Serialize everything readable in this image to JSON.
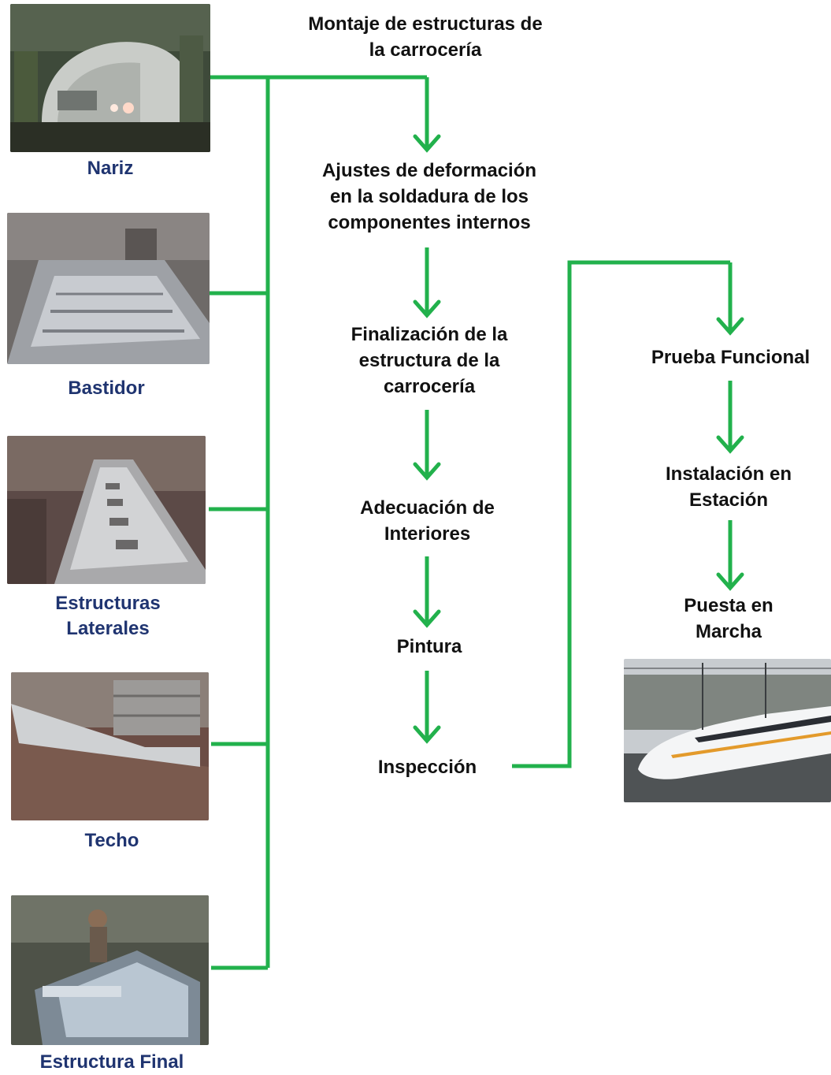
{
  "colors": {
    "connector": "#22b14c",
    "caption": "#1f3470",
    "step_text": "#111111"
  },
  "components": [
    {
      "label": "Nariz",
      "icon": "train-nose-photo"
    },
    {
      "label": "Bastidor",
      "icon": "underframe-photo"
    },
    {
      "label": "Estructuras\nLaterales",
      "icon": "side-structures-photo"
    },
    {
      "label": "Techo",
      "icon": "roof-photo"
    },
    {
      "label": "Estructura Final",
      "icon": "end-structure-photo"
    }
  ],
  "steps": [
    "Montaje de estructuras de\nla carrocería",
    "Ajustes de deformación\nen la soldadura de los\ncomponentes internos",
    "Finalización de la\nestructura de la\ncarrocería",
    "Adecuación de\nInteriores",
    "Pintura",
    "Inspección",
    "Prueba Funcional",
    "Instalación en\nEstación",
    "Puesta en\nMarcha"
  ],
  "final_image": {
    "icon": "bullet-train-photo"
  }
}
